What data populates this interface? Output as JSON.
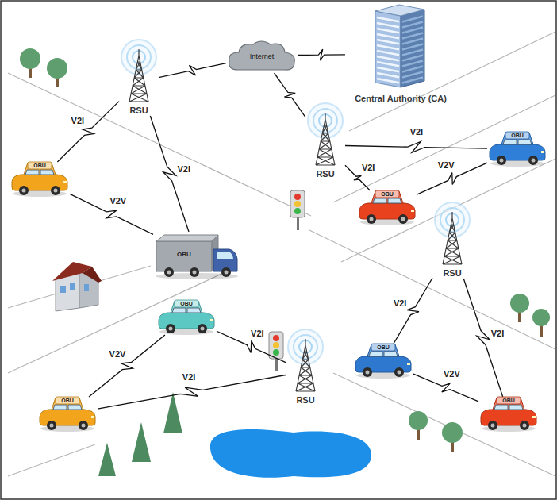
{
  "diagram": {
    "nodes": [
      {
        "text": [
          "RSU"
        ]
      },
      {
        "text": [
          "Internet"
        ]
      },
      {
        "text": [
          "Central Authority (CA)"
        ]
      },
      {
        "text": [
          "RSU"
        ]
      },
      {
        "text": [
          "OBU"
        ]
      },
      {
        "text": [
          "OBU"
        ]
      },
      {
        "text": [
          "OBU"
        ]
      },
      {
        "text": [
          "OBU"
        ]
      },
      {
        "text": [
          "RSU"
        ]
      },
      {
        "text": [
          "OBU"
        ]
      },
      {
        "text": [
          "OBU"
        ]
      },
      {
        "text": [
          "RSU"
        ]
      },
      {
        "text": [
          "OBU"
        ]
      },
      {
        "text": [
          "OBU"
        ]
      }
    ],
    "edges": [
      {
        "from": 1,
        "to": 0,
        "arrow": "none"
      },
      {
        "from": 1,
        "to": 2,
        "arrow": "none"
      },
      {
        "from": 1,
        "to": 3,
        "arrow": "none"
      },
      {
        "from": 0,
        "to": 5,
        "arrow": "none",
        "label": "V2I"
      },
      {
        "from": 0,
        "to": 7,
        "arrow": "none",
        "label": "V2I"
      },
      {
        "from": 5,
        "to": 7,
        "arrow": "none",
        "label": "V2V"
      },
      {
        "from": 3,
        "to": 4,
        "arrow": "none",
        "label": "V2I"
      },
      {
        "from": 3,
        "to": 6,
        "arrow": "none",
        "label": "V2I"
      },
      {
        "from": 6,
        "to": 4,
        "arrow": "none",
        "label": "V2V"
      },
      {
        "from": 8,
        "to": 10,
        "arrow": "none",
        "label": "V2I"
      },
      {
        "from": 8,
        "to": 13,
        "arrow": "none",
        "label": "V2I"
      },
      {
        "from": 10,
        "to": 13,
        "arrow": "none",
        "label": "V2V"
      },
      {
        "from": 11,
        "to": 9,
        "arrow": "none",
        "label": "V2I"
      },
      {
        "from": 11,
        "to": 12,
        "arrow": "none",
        "label": "V2I"
      },
      {
        "from": 9,
        "to": 12,
        "arrow": "none",
        "label": "V2V"
      }
    ]
  }
}
